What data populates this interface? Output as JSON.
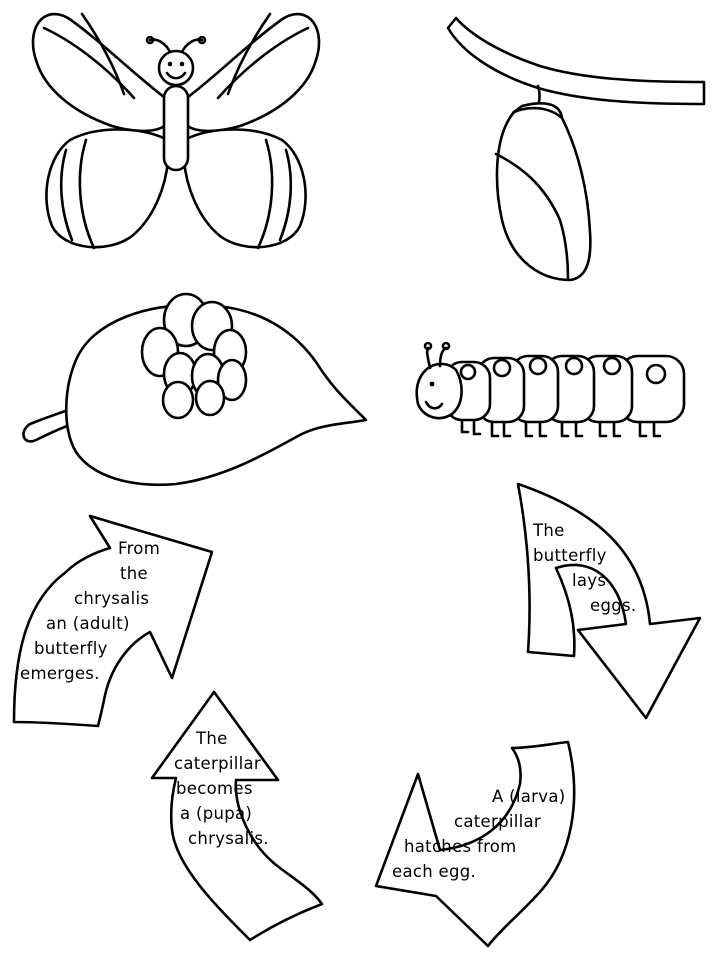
{
  "arrows": {
    "lays_eggs": [
      "The",
      "butterfly",
      "lays",
      "eggs."
    ],
    "hatches": [
      "A (larva)",
      "caterpillar",
      "hatches from",
      "each egg."
    ],
    "becomes_pupa": [
      "The",
      "caterpillar",
      "becomes",
      "a (pupa)",
      "chrysalis."
    ],
    "emerges": [
      "From",
      "the",
      "chrysalis",
      "an (adult)",
      "butterfly",
      "emerges."
    ]
  }
}
